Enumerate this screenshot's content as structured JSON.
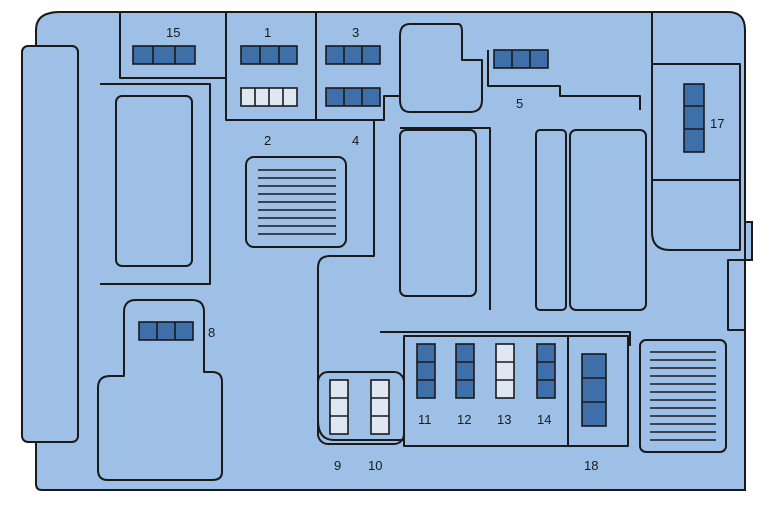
{
  "diagram": {
    "title": "",
    "colors": {
      "panel": "#9ec0e6",
      "stroke": "#1a1a1a",
      "fuse_dark": "#3f6fa8",
      "fuse_light": "#dfe7f2",
      "background": "#ffffff"
    },
    "fuse_labels": {
      "f1": "1",
      "f2": "2",
      "f3": "3",
      "f4": "4",
      "f5": "5",
      "f8": "8",
      "f9": "9",
      "f10": "10",
      "f11": "11",
      "f12": "12",
      "f13": "13",
      "f14": "14",
      "f15": "15",
      "f17": "17",
      "f18": "18"
    }
  }
}
